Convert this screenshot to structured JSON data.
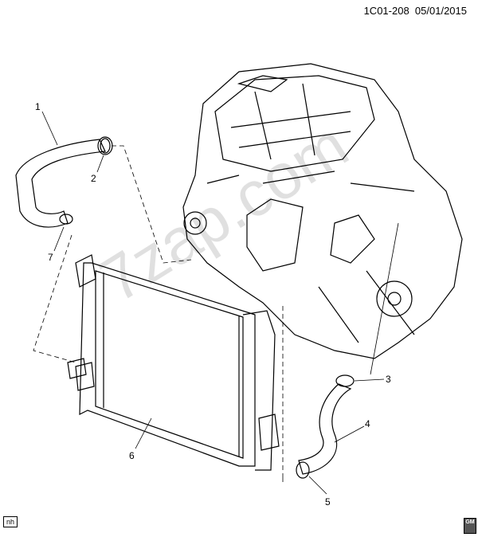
{
  "header": {
    "diagram_id": "1C01-208",
    "date": "05/01/2015"
  },
  "callouts": [
    "1",
    "2",
    "3",
    "4",
    "5",
    "6",
    "7"
  ],
  "footer": {
    "left_badge": "nh",
    "logo_text": "GM"
  },
  "watermark": "7zap.com"
}
